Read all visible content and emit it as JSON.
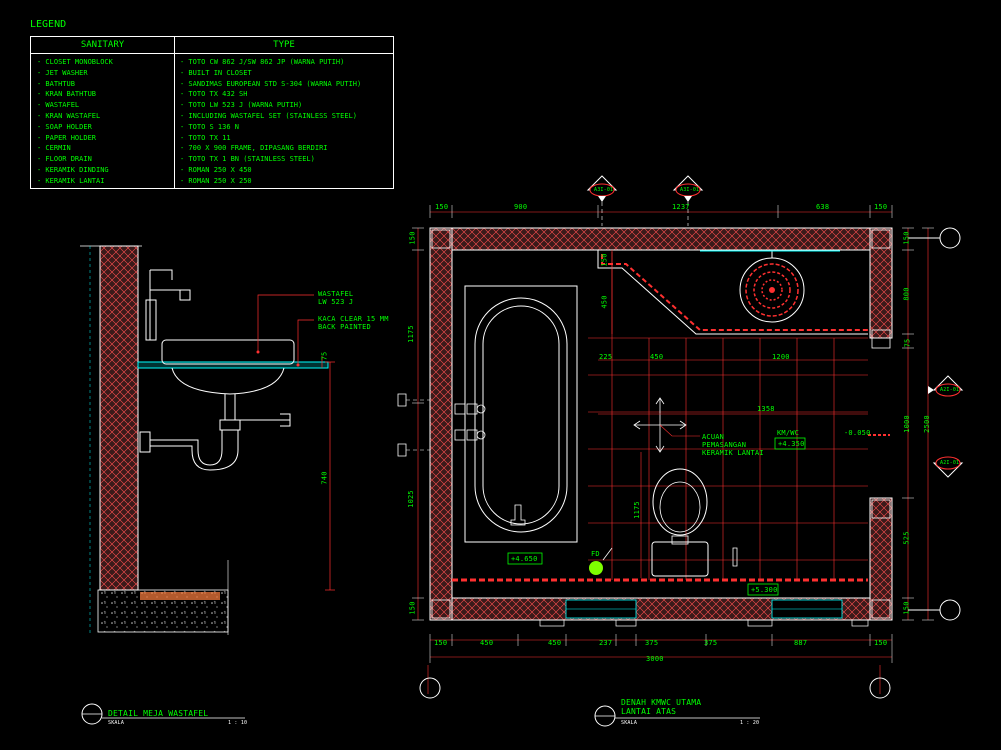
{
  "legend": {
    "title": "LEGEND",
    "col_sanitary": "SANITARY",
    "col_type": "TYPE",
    "rows": [
      {
        "item": "- CLOSET MONOBLOCK",
        "type": "- TOTO CW 862 J/SW 862 JP (WARNA PUTIH)"
      },
      {
        "item": "- JET WASHER",
        "type": "- BUILT IN CLOSET"
      },
      {
        "item": "- BATHTUB",
        "type": "- SANDIMAS EUROPEAN STD S-304 (WARNA PUTIH)"
      },
      {
        "item": "- KRAN BATHTUB",
        "type": "- TOTO TX 432 SH"
      },
      {
        "item": "- WASTAFEL",
        "type": "- TOTO LW 523 J (WARNA PUTIH)"
      },
      {
        "item": "- KRAN WASTAFEL",
        "type": "- INCLUDING WASTAFEL SET (STAINLESS STEEL)"
      },
      {
        "item": "- SOAP HOLDER",
        "type": "- TOTO S 136 N"
      },
      {
        "item": "- PAPER HOLDER",
        "type": "- TOTO TX 11"
      },
      {
        "item": "- CERMIN",
        "type": "- 700 X 900 FRAME, DIPASANG BERDIRI"
      },
      {
        "item": "- FLOOR DRAIN",
        "type": "- TOTO TX 1 BN (STAINLESS STEEL)"
      },
      {
        "item": "- KERAMIK DINDING",
        "type": "- ROMAN 250 X 450"
      },
      {
        "item": "- KERAMIK LANTAI",
        "type": "- ROMAN 250 X 250"
      }
    ]
  },
  "detail": {
    "note_wastafel": "WASTAFEL",
    "note_wastafel_type": "LW 523 J",
    "note_kaca": "KACA CLEAR 15 MM",
    "note_kaca2": "BACK PAINTED",
    "dim_75": "75",
    "dim_740": "740",
    "title": "DETAIL MEJA WASTAFEL",
    "scale_label": "SKALA",
    "scale_value": "1 : 10"
  },
  "plan": {
    "top_dims": [
      "150",
      "900",
      "1237",
      "638",
      "150"
    ],
    "bottom_dims": [
      "150",
      "450",
      "450",
      "237",
      "375",
      "375",
      "887",
      "150"
    ],
    "bottom_total": "3000",
    "left_dims": [
      "150",
      "1175",
      "1025",
      "150"
    ],
    "right_dims": [
      "150",
      "800",
      "75",
      "1000",
      "525",
      "150"
    ],
    "right_total": "2500",
    "inner_150": "150",
    "inner_450": "450",
    "inner_225": "225",
    "inner_450b": "450",
    "inner_1200": "1200",
    "inner_1358": "1358",
    "inner_1175": "1175",
    "floor_note1": "ACUAN",
    "floor_note2": "PEMASANGAN",
    "floor_note3": "KERAMIK LANTAI",
    "room_name": "KM/WC",
    "room_level": "+4.350",
    "level_minus": "-0.050",
    "level_tub": "+4.650",
    "level_floor": "+5.300",
    "fd_label": "FD",
    "sec_a": "A3I-01",
    "sec_b": "A3I-01",
    "sec_c": "A2I-01",
    "sec_d": "A2I-01",
    "title": "DENAH KMWC UTAMA",
    "subtitle": "LANTAI ATAS",
    "scale_label": "SKALA",
    "scale_value": "1 : 20"
  },
  "colors": {
    "background": "#000000",
    "line": "#ffffff",
    "text": "#00ff00",
    "dimension": "#ff3030",
    "wall_hatch": "#ffff00",
    "callout": "#00ffff"
  }
}
